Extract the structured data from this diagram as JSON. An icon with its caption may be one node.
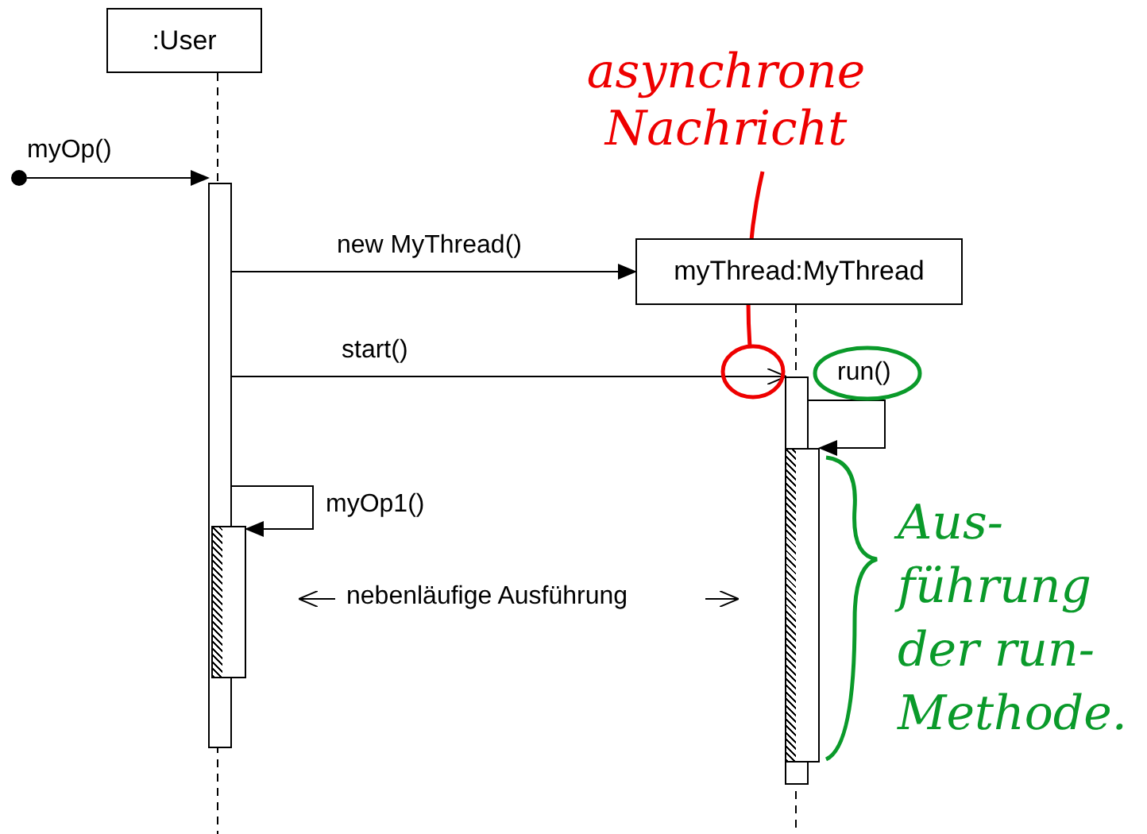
{
  "diagram": {
    "nodes": [
      {
        "text": [
          ":User"
        ]
      },
      {
        "text": [
          "myThread:MyThread"
        ]
      },
      {
        "text": [],
        "shape": "bar"
      },
      {
        "text": [],
        "shape": "bar"
      },
      {
        "text": [],
        "shape": "bar"
      },
      {
        "text": [],
        "shape": "bar"
      },
      {
        "text": [],
        "shape": "circle"
      },
      {
        "text": [
          "asynchrone Nachricht"
        ]
      },
      {
        "text": [
          "Aus-führung der run-Methode."
        ]
      }
    ],
    "edges": [
      {
        "from": 6,
        "to": 2,
        "arrow": "to",
        "label": "myOp()"
      },
      {
        "from": 2,
        "to": 1,
        "arrow": "to",
        "label": "new MyThread()"
      },
      {
        "from": 2,
        "to": 4,
        "arrow": "to",
        "label": "start()"
      },
      {
        "from": 4,
        "to": 5,
        "arrow": "to",
        "label": "run()"
      },
      {
        "from": 2,
        "to": 3,
        "arrow": "to",
        "label": "myOp1()"
      },
      {
        "from": 7,
        "to": 4,
        "arrow": "none",
        "style": "thick",
        "color": "#ee0000"
      }
    ],
    "labels": [
      "nebenläufige Ausführung"
    ]
  }
}
